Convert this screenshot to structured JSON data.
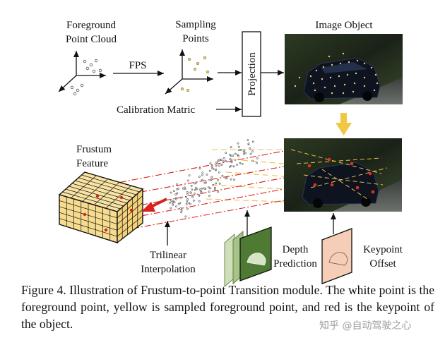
{
  "labels": {
    "foreground_l1": "Foreground",
    "foreground_l2": "Point Cloud",
    "sampling_l1": "Sampling",
    "sampling_l2": "Points",
    "fps": "FPS",
    "projection": "Projection",
    "image_object": "Image Object",
    "calibration": "Calibration Matric",
    "frustum_l1": "Frustum",
    "frustum_l2": "Feature",
    "trilinear_l1": "Trilinear",
    "trilinear_l2": "Interpolation",
    "depth_l1": "Depth",
    "depth_l2": "Prediction",
    "keypoint_l1": "Keypoint",
    "keypoint_l2": "Offset"
  },
  "caption": "Figure 4. Illustration of Frustum-to-point Transition module. The white point is the foreground point, yellow is sampled foreground point, and red is the keypoint of the object.",
  "watermark": "知乎 @自动驾驶之心",
  "colors": {
    "frustum_fill": "#f7dc8f",
    "arrow_yellow": "#f2c744",
    "arrow_red": "#d9221b",
    "depth_green": "#4f7a34",
    "keypoint_pink": "#f6cdb6",
    "photo_dark": "#1b2416"
  }
}
